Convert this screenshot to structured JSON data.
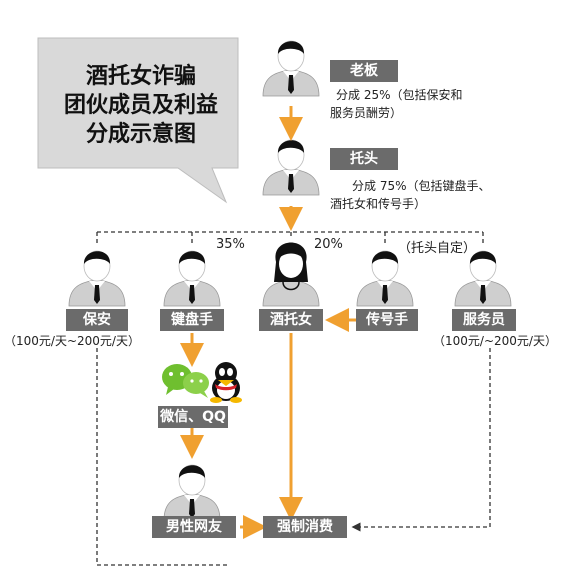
{
  "title_lines": [
    "酒托女诈骗",
    "团伙成员及利益",
    "分成示意图"
  ],
  "nodes": {
    "boss": {
      "label": "老板",
      "note_lines": [
        "分成 25%（包括保安和",
        "服务员酬劳）"
      ]
    },
    "head": {
      "label": "托头",
      "note_lines": [
        "分成 75%（包括键盘手、",
        "酒托女和传号手）"
      ]
    },
    "guard": {
      "label": "保安",
      "note": "（100元/天~200元/天）"
    },
    "keyboard": {
      "label": "键盘手"
    },
    "girl": {
      "label": "酒托女"
    },
    "relay": {
      "label": "传号手"
    },
    "waiter": {
      "label": "服务员",
      "note": "（100元/~200元/天）"
    },
    "wechat_qq": {
      "label": "微信、QQ"
    },
    "male": {
      "label": "男性网友"
    },
    "forced": {
      "label": "强制消费"
    }
  },
  "percents": {
    "keyboard": "35%",
    "girl": "20%",
    "relay": "（托头自定）"
  },
  "colors": {
    "arrow": "#f0a030",
    "box": "#6b6b6b",
    "dash": "#333333",
    "bubble": "#d9d9d9"
  }
}
